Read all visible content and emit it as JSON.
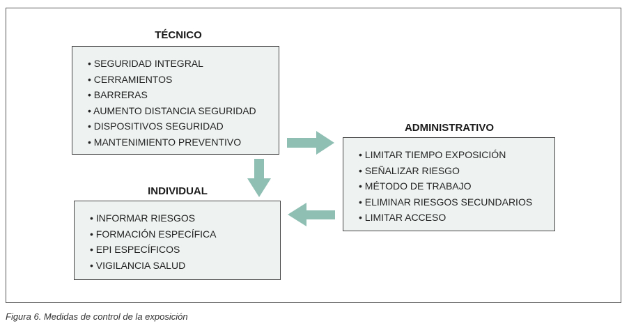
{
  "tecnico": {
    "title": "TÉCNICO",
    "items": [
      "SEGURIDAD INTEGRAL",
      "CERRAMIENTOS",
      "BARRERAS",
      "AUMENTO DISTANCIA SEGURIDAD",
      "DISPOSITIVOS SEGURIDAD",
      "MANTENIMIENTO PREVENTIVO"
    ]
  },
  "administrativo": {
    "title": "ADMINISTRATIVO",
    "items": [
      "LIMITAR TIEMPO EXPOSICIÓN",
      "SEÑALIZAR RIESGO",
      "MÉTODO DE TRABAJO",
      "ELIMINAR RIESGOS SECUNDARIOS",
      "LIMITAR ACCESO"
    ]
  },
  "individual": {
    "title": "INDIVIDUAL",
    "items": [
      "INFORMAR RIESGOS",
      "FORMACIÓN ESPECÍFICA",
      "EPI ESPECÍFICOS",
      "VIGILANCIA SALUD"
    ]
  },
  "caption": "Figura 6. Medidas de control de la exposición",
  "colors": {
    "arrow": "#8fbfb3",
    "box": "#eef3f1"
  }
}
